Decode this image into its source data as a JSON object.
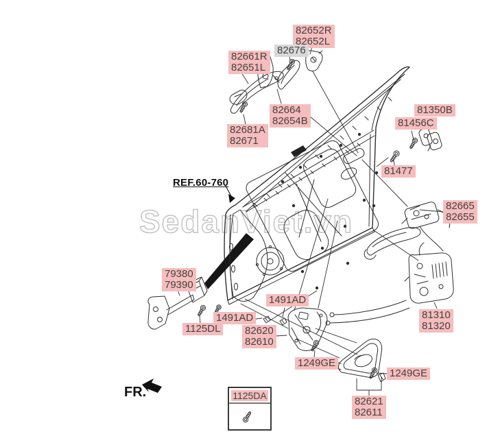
{
  "watermark": "SedanViet.vn",
  "ref_note": {
    "label": "REF.60-760"
  },
  "fr_note": {
    "label": "FR."
  },
  "legend": {
    "part_number": "1125DA",
    "icon": "screw-icon"
  },
  "colors": {
    "label_pink": "#f5bdbd",
    "label_gray": "#d8d8d8",
    "label_text": "#474040",
    "line": "#2e2e2e",
    "watermark_gray": "#c4c4c4"
  },
  "part_labels": [
    {
      "id": "82652",
      "lines": [
        "82652R",
        "82652L"
      ]
    },
    {
      "id": "82676",
      "lines": [
        "82676"
      ]
    },
    {
      "id": "82661",
      "lines": [
        "82661R",
        "82651L"
      ]
    },
    {
      "id": "82664",
      "lines": [
        "82664",
        "82654B"
      ]
    },
    {
      "id": "82681",
      "lines": [
        "82681A",
        "82671"
      ]
    },
    {
      "id": "81350",
      "lines": [
        "81350B"
      ]
    },
    {
      "id": "81456",
      "lines": [
        "81456C"
      ]
    },
    {
      "id": "81477",
      "lines": [
        "81477"
      ]
    },
    {
      "id": "82665",
      "lines": [
        "82665",
        "82655"
      ]
    },
    {
      "id": "79380",
      "lines": [
        "79380",
        "79390"
      ]
    },
    {
      "id": "1491AD-upper",
      "lines": [
        "1491AD"
      ]
    },
    {
      "id": "1491AD-lower",
      "lines": [
        "1491AD"
      ]
    },
    {
      "id": "1125DL",
      "lines": [
        "1125DL"
      ]
    },
    {
      "id": "82620",
      "lines": [
        "82620",
        "82610"
      ]
    },
    {
      "id": "81310",
      "lines": [
        "81310",
        "81320"
      ]
    },
    {
      "id": "1249GE-left",
      "lines": [
        "1249GE"
      ]
    },
    {
      "id": "1249GE-right",
      "lines": [
        "1249GE"
      ]
    },
    {
      "id": "82621",
      "lines": [
        "82621",
        "82611"
      ]
    }
  ]
}
